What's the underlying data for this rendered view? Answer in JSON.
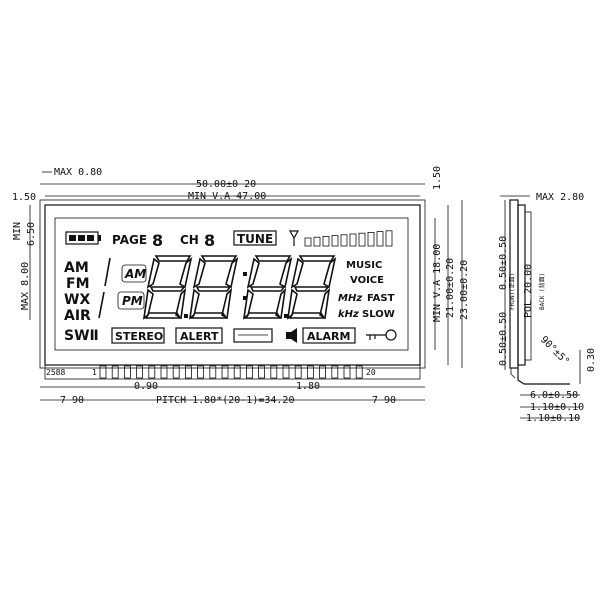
{
  "dimensions": {
    "max_thickness_top": "MAX 0.80",
    "overall_width": "50.00±0 20",
    "view_area_width": "MIN V.A 47.00",
    "left_margin_top": "1.50",
    "right_margin_top": "1.50",
    "min_label": "MIN",
    "top_offset": "6.50",
    "max_height": "MAX 8.00",
    "pin_width": "0.90",
    "pin_pitch": "1.80",
    "pitch_formula": "PITCH 1.80*(20-1)=34.20",
    "left_margin_bottom": "7 90",
    "right_margin_bottom": "7 90",
    "view_area_height": "MIN V.A 18.00",
    "glass_height": "21.00±0.20",
    "overall_height": "23.00±0.20",
    "side_max_thickness": "MAX 2.80",
    "side_top_edge": "0.50±0.50",
    "side_bottom_edge": "0.50±0.50",
    "polarizer": "POL 20.00",
    "angle": "90°±5°",
    "side_pin_offset": "0.30",
    "side_pin_length": "6.0±0.50",
    "side_tol_1": "1.10±0.10",
    "side_tol_2": "1.10±0.10",
    "front_label": "FRONT(正面)",
    "back_label": "BACK (背面)"
  },
  "display": {
    "page_label": "PAGE",
    "page_digit": "8",
    "ch_label": "CH",
    "ch_digit": "8",
    "tune_label": "TUNE",
    "bands": [
      "AM",
      "FM",
      "WX",
      "AIR"
    ],
    "sw_label": "SWⅡ",
    "am_indicator": "AM",
    "pm_indicator": "PM",
    "digits": "8888",
    "mode_music": "MUSIC",
    "mode_voice": "VOICE",
    "unit_mhz": "MHz",
    "speed_fast": "FAST",
    "unit_khz": "kHz",
    "speed_slow": "SLOW",
    "stereo_label": "STEREO",
    "alert_label": "ALERT",
    "alarm_label": "ALARM"
  },
  "pins": {
    "first_pin": "1",
    "last_pin": "20",
    "part_code": "2588"
  }
}
